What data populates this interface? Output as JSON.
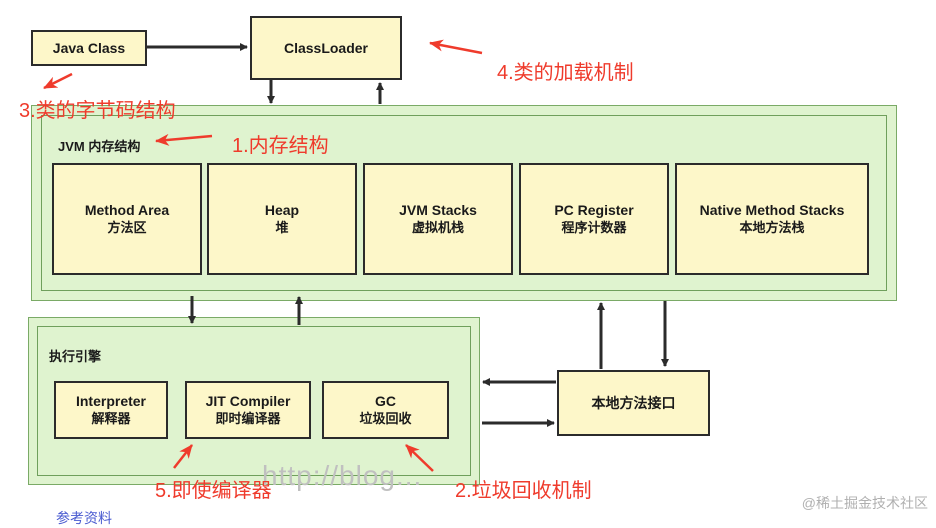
{
  "java_class": "Java Class",
  "classloader": "ClassLoader",
  "jvm_panel_label": "JVM 内存结构",
  "memory_areas": [
    {
      "en": "Method Area",
      "zh": "方法区"
    },
    {
      "en": "Heap",
      "zh": "堆"
    },
    {
      "en": "JVM Stacks",
      "zh": "虚拟机栈"
    },
    {
      "en": "PC Register",
      "zh": "程序计数器"
    },
    {
      "en": "Native Method Stacks",
      "zh": "本地方法栈"
    }
  ],
  "engine_panel_label": "执行引擎",
  "engine_parts": [
    {
      "en": "Interpreter",
      "zh": "解释器"
    },
    {
      "en": "JIT Compiler",
      "zh": "即时编译器"
    },
    {
      "en": "GC",
      "zh": "垃圾回收"
    }
  ],
  "native_interface": "本地方法接口",
  "annotations": {
    "a1": "1.内存结构",
    "a2": "2.垃圾回收机制",
    "a3": "3.类的字节码结构",
    "a4": "4.类的加载机制",
    "a5": "5.即使编译器"
  },
  "watermark": "http://blog...",
  "footer_left": "参考资料",
  "footer_right": "@稀土掘金技术社区",
  "colors": {
    "box_fill": "#fdf7c9",
    "panel_fill": "#dff3cf",
    "annotation": "#ef3b2c"
  }
}
